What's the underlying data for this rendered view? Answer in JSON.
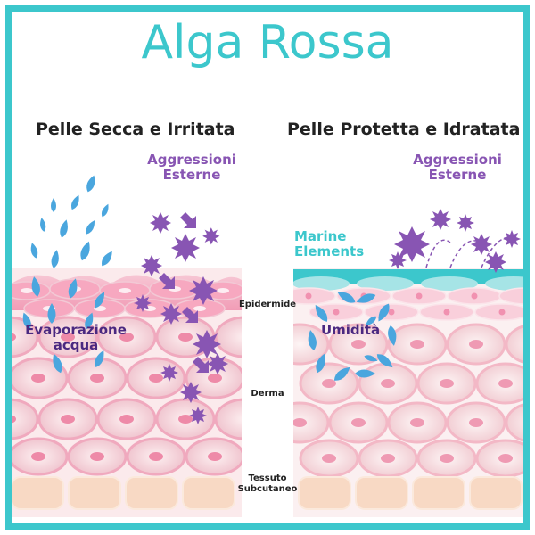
{
  "title": "Alga Rossa",
  "left_panel": {
    "heading": "Pelle Secca e Irritata",
    "aggression_label": [
      "Aggressioni",
      "Esterne"
    ],
    "evaporation_label": [
      "Evaporazione",
      "acqua"
    ]
  },
  "right_panel": {
    "heading": "Pelle Protetta e Idratata",
    "aggression_label": [
      "Aggressioni",
      "Esterne"
    ],
    "marine_label": [
      "Marine",
      "Elements"
    ],
    "moisture_label": "Umidità"
  },
  "layers": {
    "epidermis": "Epidermide",
    "dermis": "Derma",
    "subcutaneous": [
      "Tessuto",
      "Subcutaneo"
    ]
  },
  "colors": {
    "accent": "#3cc7cc",
    "aggression": "#8855b3",
    "water": "#4aa6de",
    "skin_pink": "#f3b4c8",
    "cell_light": "#fbe3e6",
    "fat": "#f8d9c4"
  }
}
